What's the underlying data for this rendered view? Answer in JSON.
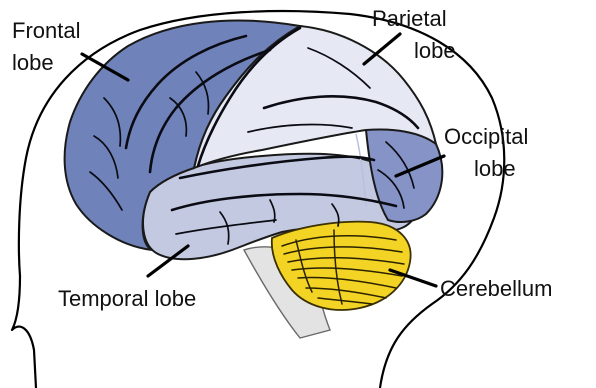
{
  "labels": {
    "frontal_line1": "Frontal",
    "frontal_line2": "lobe",
    "parietal_line1": "Parietal",
    "parietal_line2": "lobe",
    "occipital_line1": "Occipital",
    "occipital_line2": "lobe",
    "temporal": "Temporal lobe",
    "cerebellum": "Cerebellum"
  },
  "colors": {
    "frontal": "#6f82b9",
    "parietal": "#e6e8f3",
    "occipital": "#8593c6",
    "temporal": "#c3c9e1",
    "cerebellum": "#f3d323",
    "brainstem": "#e3e3e3",
    "head_outline": "#000000",
    "background": "#ffffff"
  }
}
